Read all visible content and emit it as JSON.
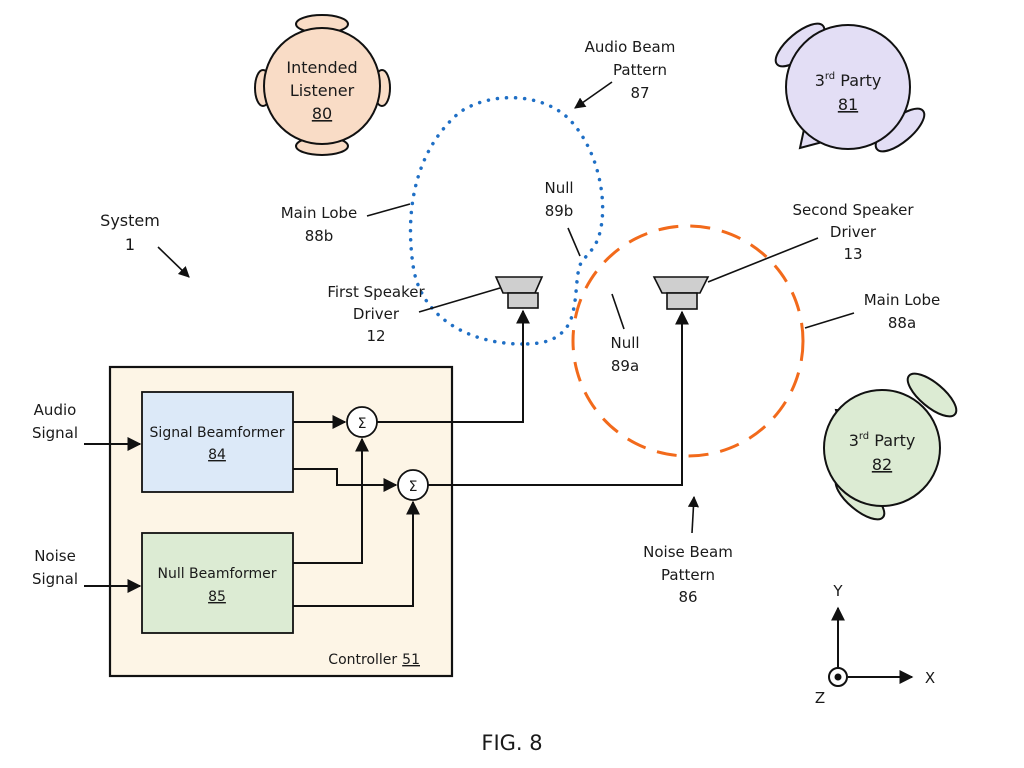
{
  "figure": {
    "title": "FIG. 8",
    "system_label": "System",
    "system_number": "1"
  },
  "listeners": {
    "intended": {
      "line1": "Intended",
      "line2": "Listener",
      "number": "80",
      "color": "#f9dcc6"
    },
    "third_party_81": {
      "prefix": "3",
      "sup": "rd",
      "text": " Party",
      "number": "81",
      "color": "#e3def5"
    },
    "third_party_82": {
      "prefix": "3",
      "sup": "rd",
      "text": " Party",
      "number": "82",
      "color": "#dcebd3"
    }
  },
  "beams": {
    "audio_beam": {
      "line1": "Audio Beam",
      "line2": "Pattern",
      "number": "87",
      "color": "#1f6fc5"
    },
    "noise_beam": {
      "line1": "Noise Beam",
      "line2": "Pattern",
      "number": "86",
      "color": "#f26a1b"
    },
    "main_lobe_88b": {
      "line1": "Main Lobe",
      "number": "88b"
    },
    "main_lobe_88a": {
      "line1": "Main Lobe",
      "number": "88a"
    },
    "null_89b": {
      "line1": "Null",
      "number": "89b"
    },
    "null_89a": {
      "line1": "Null",
      "number": "89a"
    }
  },
  "speakers": {
    "first": {
      "line1": "First Speaker",
      "line2": "Driver",
      "number": "12"
    },
    "second": {
      "line1": "Second Speaker",
      "line2": "Driver",
      "number": "13"
    }
  },
  "controller": {
    "label": "Controller",
    "number": "51",
    "color": "#fdf5e6",
    "signal_beamformer": {
      "label": "Signal Beamformer",
      "number": "84",
      "color": "#dce9f8"
    },
    "null_beamformer": {
      "label": "Null Beamformer",
      "number": "85",
      "color": "#dcebd3"
    },
    "summer_symbol": "Σ"
  },
  "inputs": {
    "audio": {
      "line1": "Audio",
      "line2": "Signal"
    },
    "noise": {
      "line1": "Noise",
      "line2": "Signal"
    }
  },
  "axes": {
    "x": "X",
    "y": "Y",
    "z": "Z"
  }
}
